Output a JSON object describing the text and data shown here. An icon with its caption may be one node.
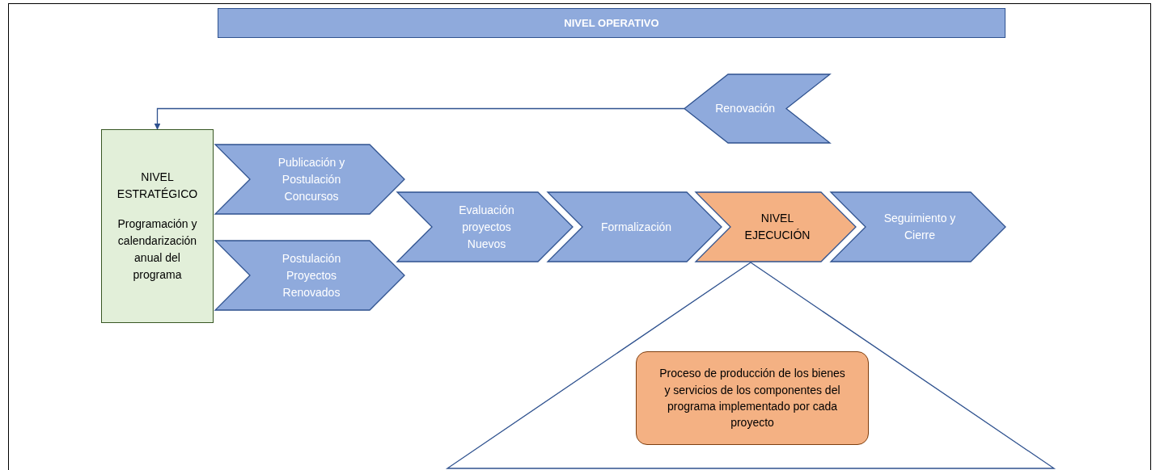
{
  "diagram": {
    "nodes": [
      {
        "text": [
          "NIVEL OPERATIVO"
        ]
      },
      {
        "text": [
          "Renovación"
        ]
      },
      {
        "text": [
          "NIVEL ESTRATÉGICO",
          "Programación y calendarización anual del programa"
        ]
      },
      {
        "text": [
          "Publicación y Postulación Concursos"
        ]
      },
      {
        "text": [
          "Postulación Proyectos Renovados"
        ]
      },
      {
        "text": [
          "Evaluación proyectos Nuevos"
        ]
      },
      {
        "text": [
          "Formalización"
        ]
      },
      {
        "text": [
          "NIVEL EJECUCIÓN"
        ]
      },
      {
        "text": [
          "Seguimiento y Cierre"
        ]
      },
      {
        "text": [],
        "shape": "triangle"
      },
      {
        "text": [
          "Proceso de producción de los bienes y servicios de los componentes del programa implementado por cada proyecto"
        ],
        "in": 9
      }
    ],
    "edges": [
      {
        "from": 1,
        "to": 2,
        "arrow": "to"
      }
    ]
  }
}
